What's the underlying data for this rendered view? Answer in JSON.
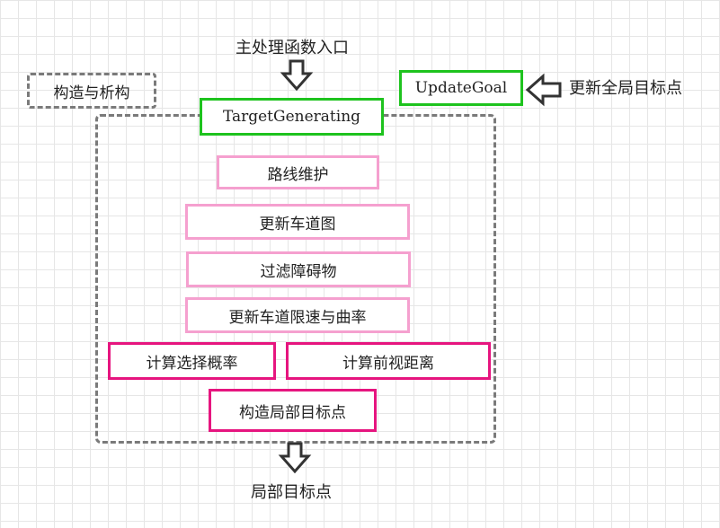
{
  "labels": {
    "main_entry": "主处理函数入口",
    "update_global_goal": "更新全局目标点",
    "local_goal_output": "局部目标点"
  },
  "boxes": {
    "ctor_dtor": "构造与析构",
    "update_goal": "UpdateGoal",
    "target_generating": "TargetGenerating",
    "route_maintenance": "路线维护",
    "update_lane_graph": "更新车道图",
    "filter_obstacles": "过滤障碍物",
    "update_lane_limits": "更新车道限速与曲率",
    "compute_prob": "计算选择概率",
    "compute_lookahead": "计算前视距离",
    "build_local_goal": "构造局部目标点"
  },
  "colors": {
    "green_border": "#1ec31e",
    "light_pink_border": "#f5a0cf",
    "dark_pink_border": "#e6157f",
    "dashed_gray": "#7a7a7a",
    "arrow_stroke": "#333333"
  },
  "icons": {
    "arrow_down_top": "arrow-down-icon",
    "arrow_left": "arrow-left-icon",
    "arrow_down_bottom": "arrow-down-icon"
  }
}
